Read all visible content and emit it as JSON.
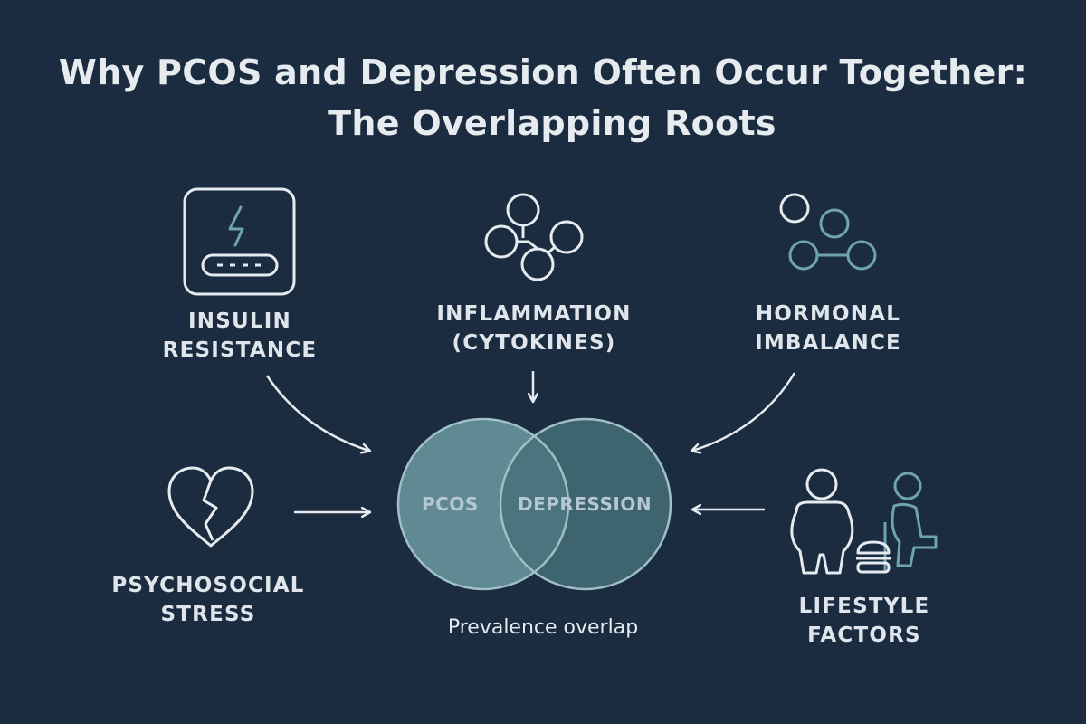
{
  "title": {
    "line1": "Why PCOS and Depression Often Occur Together:",
    "line2": "The Overlapping Roots"
  },
  "factors": {
    "insulin_resistance": {
      "line1": "INSULIN",
      "line2": "RESISTANCE",
      "icon": "lightning-device-icon"
    },
    "inflammation": {
      "line1": "INFLAMMATION",
      "line2": "(CYTOKINES)",
      "icon": "molecule-network-icon"
    },
    "hormonal_imbalance": {
      "line1": "HORMONAL",
      "line2": "IMBALANCE",
      "icon": "hormone-molecule-icon"
    },
    "psychosocial_stress": {
      "line1": "PSYCHOSOCIAL",
      "line2": "STRESS",
      "icon": "broken-heart-icon"
    },
    "lifestyle_factors": {
      "line1": "LIFESTYLE",
      "line2": "FACTORS",
      "icon": "people-burger-icon"
    }
  },
  "venn": {
    "left_label": "PCOS",
    "right_label": "DEPRESSION",
    "caption": "Prevalence overlap",
    "left_color": "#5f8993",
    "right_color": "#3e6470",
    "overlap_color": "#4b747f"
  },
  "colors": {
    "background": "#1b2b40",
    "text": "#e6ebef",
    "icon_stroke": "#e6ebef",
    "accent_teal": "#6fa3ad"
  }
}
